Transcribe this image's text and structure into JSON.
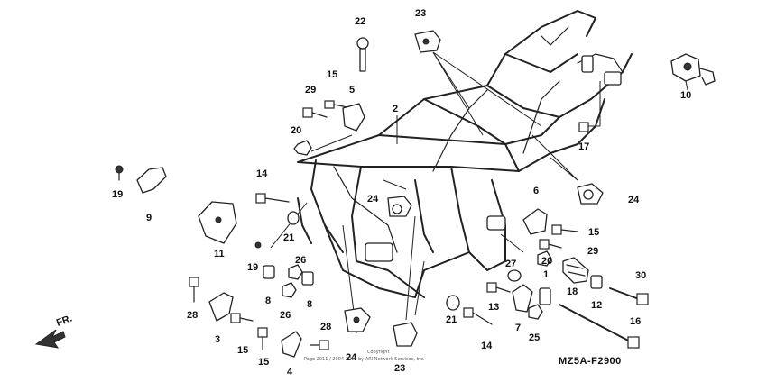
{
  "callouts": [
    {
      "id": "c22",
      "label": "22"
    },
    {
      "id": "c23a",
      "label": "23"
    },
    {
      "id": "c15a",
      "label": "15"
    },
    {
      "id": "c29a",
      "label": "29"
    },
    {
      "id": "c5",
      "label": "5"
    },
    {
      "id": "c2",
      "label": "2"
    },
    {
      "id": "c20a",
      "label": "20"
    },
    {
      "id": "c19a",
      "label": "19"
    },
    {
      "id": "c9",
      "label": "9"
    },
    {
      "id": "c14a",
      "label": "14"
    },
    {
      "id": "c24a",
      "label": "24"
    },
    {
      "id": "c11",
      "label": "11"
    },
    {
      "id": "c21a",
      "label": "21"
    },
    {
      "id": "c19b",
      "label": "19"
    },
    {
      "id": "c26a",
      "label": "26"
    },
    {
      "id": "c8a",
      "label": "8"
    },
    {
      "id": "c8b",
      "label": "8"
    },
    {
      "id": "c26b",
      "label": "26"
    },
    {
      "id": "c28a",
      "label": "28"
    },
    {
      "id": "c3",
      "label": "3"
    },
    {
      "id": "c15b",
      "label": "15"
    },
    {
      "id": "c15c",
      "label": "15"
    },
    {
      "id": "c4",
      "label": "4"
    },
    {
      "id": "c28b",
      "label": "28"
    },
    {
      "id": "c24b",
      "label": "24"
    },
    {
      "id": "c23b",
      "label": "23"
    },
    {
      "id": "c21b",
      "label": "21"
    },
    {
      "id": "c14b",
      "label": "14"
    },
    {
      "id": "c13",
      "label": "13"
    },
    {
      "id": "c27",
      "label": "27"
    },
    {
      "id": "c7",
      "label": "7"
    },
    {
      "id": "c25",
      "label": "25"
    },
    {
      "id": "c1",
      "label": "1"
    },
    {
      "id": "c6",
      "label": "6"
    },
    {
      "id": "c15d",
      "label": "15"
    },
    {
      "id": "c29b",
      "label": "29"
    },
    {
      "id": "c20b",
      "label": "20"
    },
    {
      "id": "c18",
      "label": "18"
    },
    {
      "id": "c12",
      "label": "12"
    },
    {
      "id": "c30",
      "label": "30"
    },
    {
      "id": "c16",
      "label": "16"
    },
    {
      "id": "c17",
      "label": "17"
    },
    {
      "id": "c24c",
      "label": "24"
    },
    {
      "id": "c10",
      "label": "10"
    }
  ],
  "front_indicator": "FR.",
  "diagram_code": "MZ5A-F2900",
  "copyright_line1": "Copyright",
  "copyright_line2": "Page 2011 / 2004-2014 by ARI Network Services, Inc."
}
